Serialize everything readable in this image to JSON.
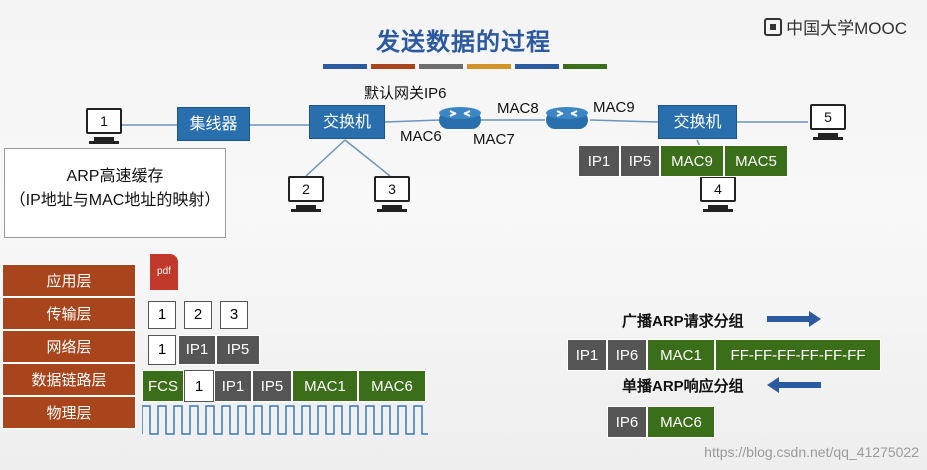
{
  "title": "发送数据的过程",
  "brand": "中国大学MOOC",
  "stripe_colors": [
    "#2c5aa0",
    "#a9451c",
    "#6d6d6d",
    "#d4922a",
    "#2c5aa0",
    "#3b6e19"
  ],
  "network": {
    "hub": "集线器",
    "switch_left": "交换机",
    "switch_right": "交换机",
    "gateway_label": "默认网关IP6",
    "mac6": "MAC6",
    "mac7": "MAC7",
    "mac8": "MAC8",
    "mac9": "MAC9",
    "hosts": [
      "1",
      "2",
      "3",
      "4",
      "5"
    ],
    "frame_to_host4": [
      "IP1",
      "IP5",
      "MAC9",
      "MAC5"
    ]
  },
  "arp_cache": {
    "line1": "ARP高速缓存",
    "line2": "（IP地址与MAC地址的映射）"
  },
  "layers": [
    "应用层",
    "传输层",
    "网络层",
    "数据链路层",
    "物理层"
  ],
  "app_icon": "pdf",
  "transport_segments": [
    "1",
    "2",
    "3"
  ],
  "network_packet": [
    "1",
    "IP1",
    "IP5"
  ],
  "link_frame": [
    "FCS",
    "1",
    "IP1",
    "IP5",
    "MAC1",
    "MAC6"
  ],
  "arp_request": {
    "caption": "广播ARP请求分组",
    "fields": [
      "IP1",
      "IP6",
      "MAC1",
      "FF-FF-FF-FF-FF-FF"
    ]
  },
  "arp_reply": {
    "caption": "单播ARP响应分组",
    "fields": [
      "IP6",
      "MAC6"
    ]
  },
  "watermark": "https://blog.csdn.net/qq_41275022"
}
